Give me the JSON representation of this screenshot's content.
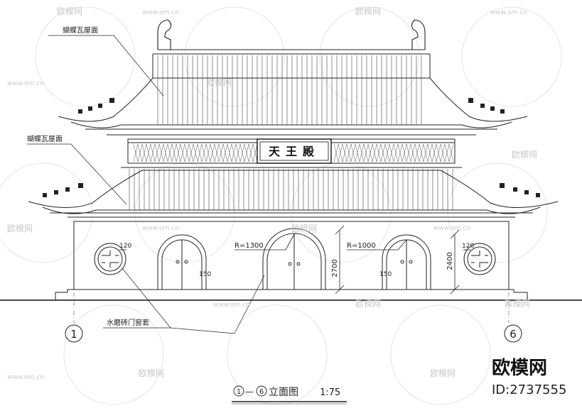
{
  "drawing": {
    "plaque_text": "天王殿",
    "callout_roof_upper": "蝴蝶瓦屋面",
    "callout_roof_lower": "蝴蝶瓦屋面",
    "callout_door_frame": "水磨砖门窗套",
    "dim_radius_center": "R=1300",
    "dim_radius_side": "R=1000",
    "dim_height_center": "2700",
    "dim_height_side": "2400",
    "dim_window_left": "120",
    "dim_window_right": "120",
    "dim_left_150": "150",
    "dim_right_150": "150",
    "axis_left": "1",
    "axis_right": "6",
    "title_axis_from": "1",
    "title_dash": "—",
    "title_axis_to": "6",
    "title_text": "立面图",
    "title_scale": "1:75"
  },
  "watermark": {
    "brand": "欧模网",
    "url": "www.om.cn",
    "id_text": "ID:2737555"
  }
}
